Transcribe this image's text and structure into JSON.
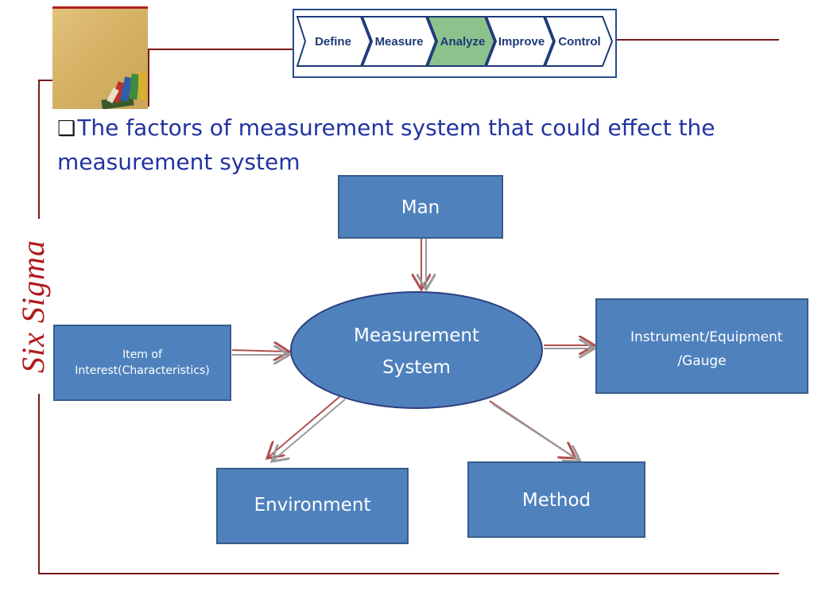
{
  "side_label": "Six Sigma",
  "dmaic": {
    "steps": [
      "Define",
      "Measure",
      "Analyze",
      "Improve",
      "Control"
    ],
    "active_index": 2,
    "active_color": "#8cc38c"
  },
  "heading": {
    "bullet": "❑",
    "text": "The factors of measurement system that could effect the measurement system"
  },
  "diagram": {
    "center": "Measurement System",
    "man": "Man",
    "item": "Item of Interest(Characteristics)",
    "instrument": "Instrument/Equipment /Gauge",
    "environment": "Environment",
    "method": "Method"
  },
  "colors": {
    "box_fill": "#4f81bd",
    "box_border": "#385d8a",
    "accent_red": "#b0191c",
    "frame": "#7a1a1a",
    "heading": "#2233a0"
  }
}
